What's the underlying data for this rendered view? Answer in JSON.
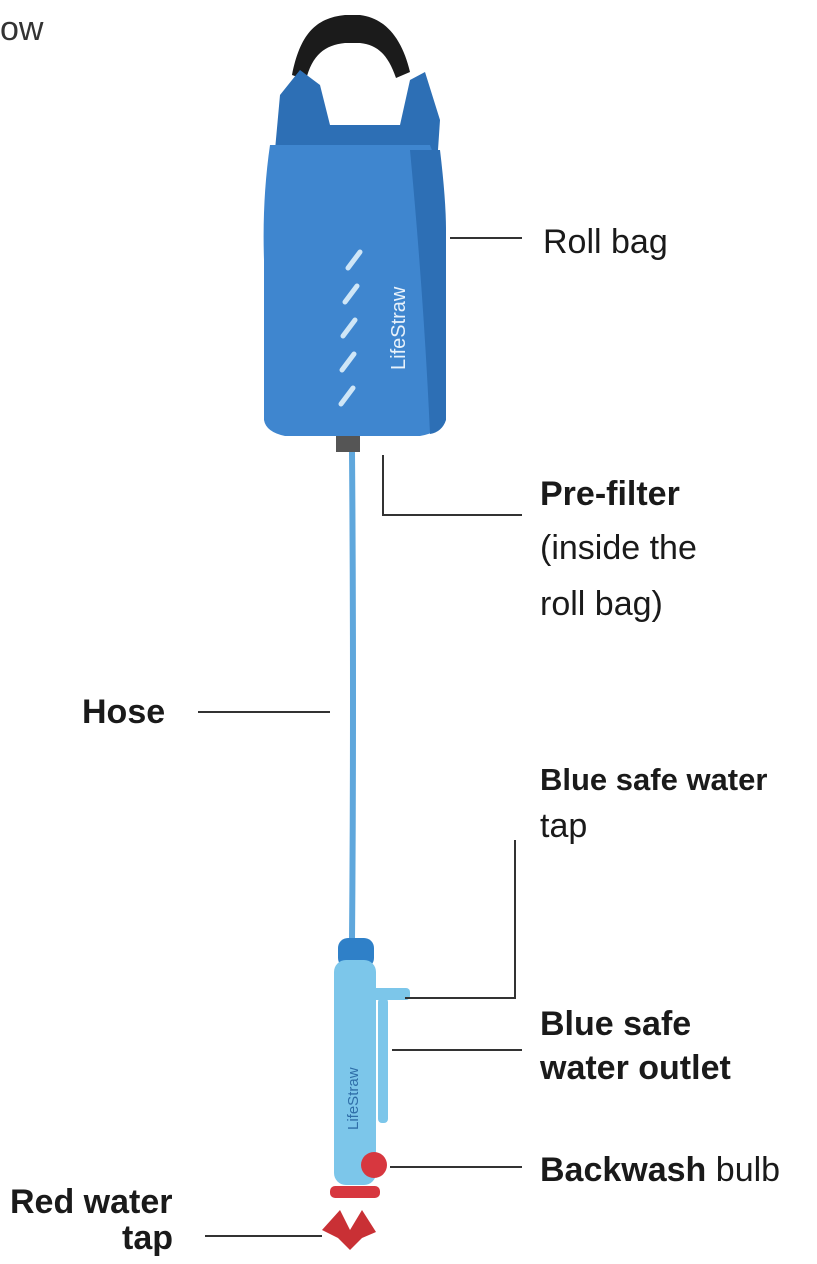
{
  "fragment_text": "ow",
  "product_brand": "LifeStraw",
  "labels": {
    "roll_bag": "Roll bag",
    "pre_filter_1": "Pre-filter",
    "pre_filter_2": "(inside the",
    "pre_filter_3": "roll bag)",
    "hose": "Hose",
    "blue_tap_1": "Blue safe water",
    "blue_tap_2": "tap",
    "blue_outlet_1": "Blue safe",
    "blue_outlet_2": "water outlet",
    "backwash_1": "Backwash",
    "backwash_2": "bulb",
    "red_tap_1": "Red water",
    "red_tap_2": "tap"
  },
  "colors": {
    "bag_blue": "#3f86cf",
    "bag_dark": "#2d6fb5",
    "tube_blue": "#7cc6ea",
    "handle": "#1b1b1b",
    "red": "#d7373f",
    "line": "#333333"
  }
}
